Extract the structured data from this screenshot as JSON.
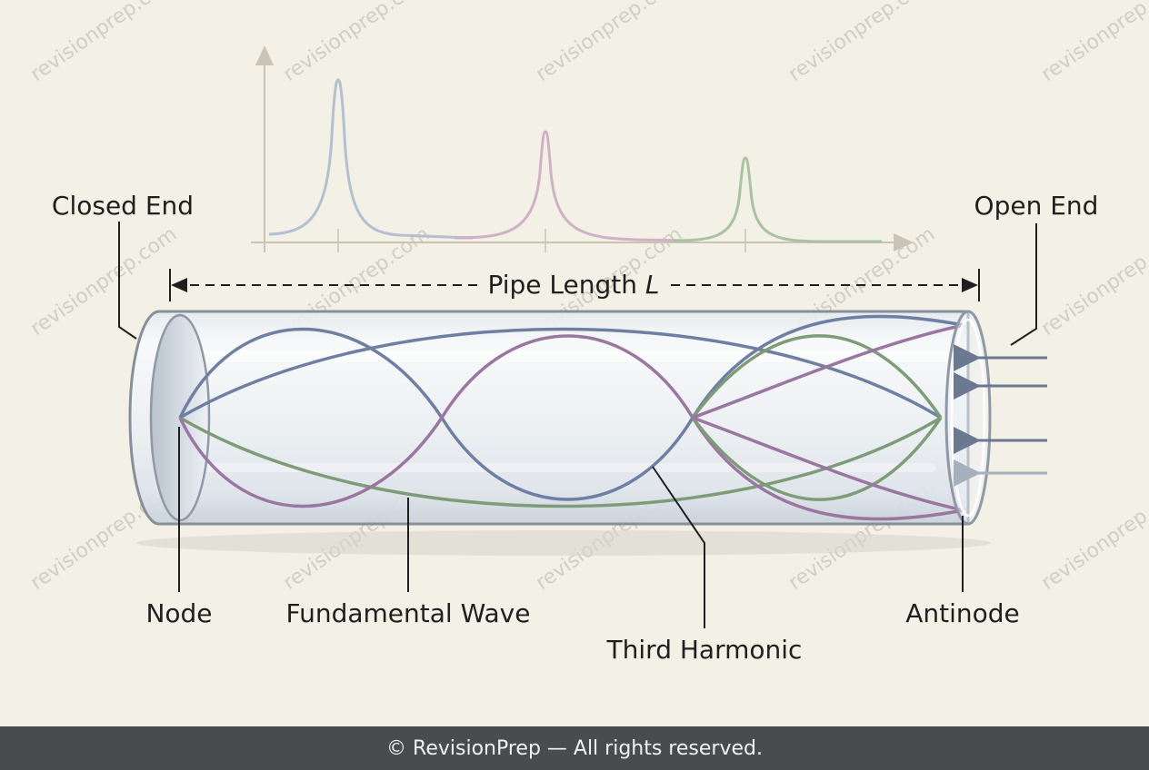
{
  "labels": {
    "closed_end": "Closed End",
    "open_end": "Open End",
    "pipe_length": "Pipe Length",
    "pipe_length_symbol": "L",
    "node": "Node",
    "fundamental": "Fundamental Wave",
    "third_harmonic": "Third Harmonic",
    "antinode": "Antinode"
  },
  "watermark": "revisionprep.com",
  "footer": "© RevisionPrep — All rights reserved.",
  "colors": {
    "background": "#f3f0e6",
    "fundamental_wave": "#6f7fa3",
    "third_harmonic_wave": "#9a77a0",
    "fifth_harmonic_wave": "#7f9c78",
    "pipe_outline": "#7d8794",
    "footer_bg": "#4a4b4f"
  }
}
